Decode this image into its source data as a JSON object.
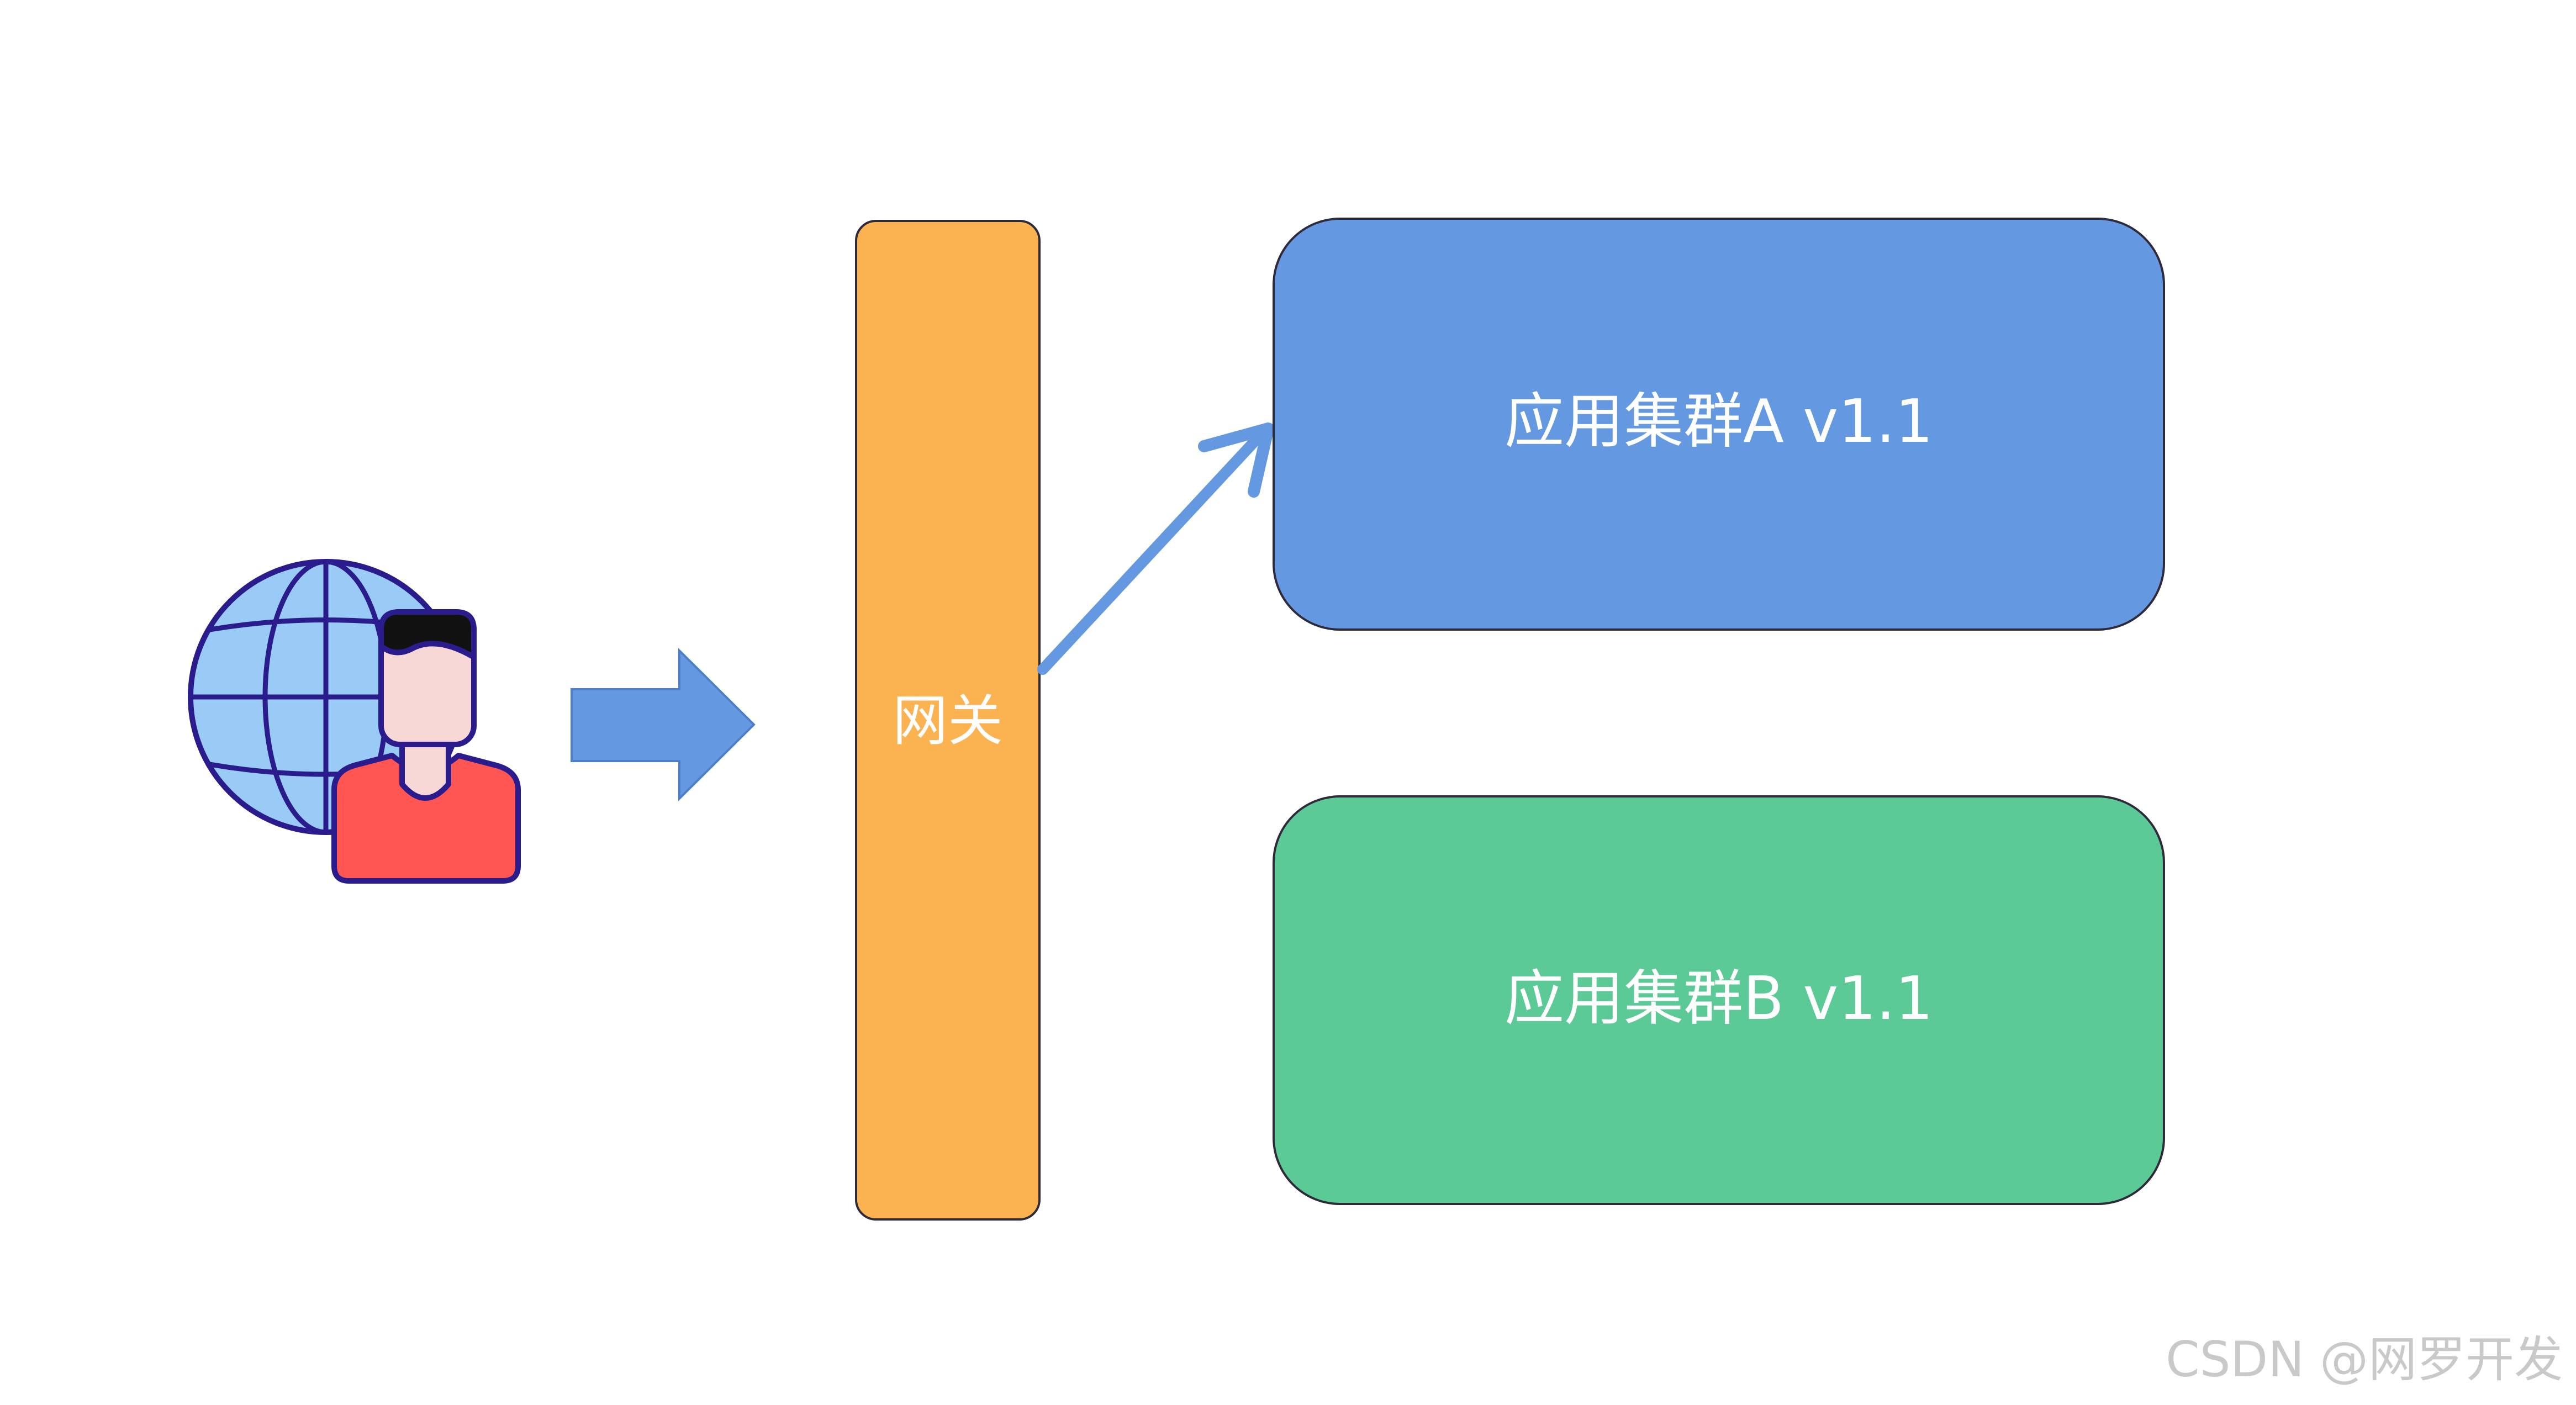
{
  "diagram": {
    "user_icon": "user-with-globe-icon",
    "gateway": {
      "label": "网关",
      "color": "#FBB352"
    },
    "cluster_a": {
      "label": "应用集群A v1.1",
      "color": "#6499E1"
    },
    "cluster_b": {
      "label": "应用集群B v1.1",
      "color": "#5BCA96"
    },
    "arrow_color": "#6499E1",
    "outline_color": "#2A1C8C",
    "watermark": "CSDN @网罗开发"
  }
}
